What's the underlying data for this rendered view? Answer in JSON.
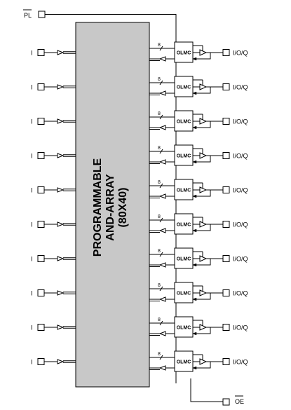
{
  "signals": {
    "preload": "PL",
    "output_enable": "OE"
  },
  "array": {
    "lines": [
      "PROGRAMMABLE",
      "AND-ARRAY",
      "(80X40)"
    ]
  },
  "rows": [
    {
      "input_label": "I",
      "cell_label": "OLMC",
      "bus_width": "8",
      "output_label": "I/O/Q"
    },
    {
      "input_label": "I",
      "cell_label": "OLMC",
      "bus_width": "8",
      "output_label": "I/O/Q"
    },
    {
      "input_label": "I",
      "cell_label": "OLMC",
      "bus_width": "8",
      "output_label": "I/O/Q"
    },
    {
      "input_label": "I",
      "cell_label": "OLMC",
      "bus_width": "8",
      "output_label": "I/O/Q"
    },
    {
      "input_label": "I",
      "cell_label": "OLMC",
      "bus_width": "8",
      "output_label": "I/O/Q"
    },
    {
      "input_label": "I",
      "cell_label": "OLMC",
      "bus_width": "8",
      "output_label": "I/O/Q"
    },
    {
      "input_label": "I",
      "cell_label": "OLMC",
      "bus_width": "8",
      "output_label": "I/O/Q"
    },
    {
      "input_label": "I",
      "cell_label": "OLMC",
      "bus_width": "8",
      "output_label": "I/O/Q"
    },
    {
      "input_label": "I",
      "cell_label": "OLMC",
      "bus_width": "8",
      "output_label": "I/O/Q"
    },
    {
      "input_label": "I",
      "cell_label": "OLMC",
      "bus_width": "8",
      "output_label": "I/O/Q"
    }
  ]
}
